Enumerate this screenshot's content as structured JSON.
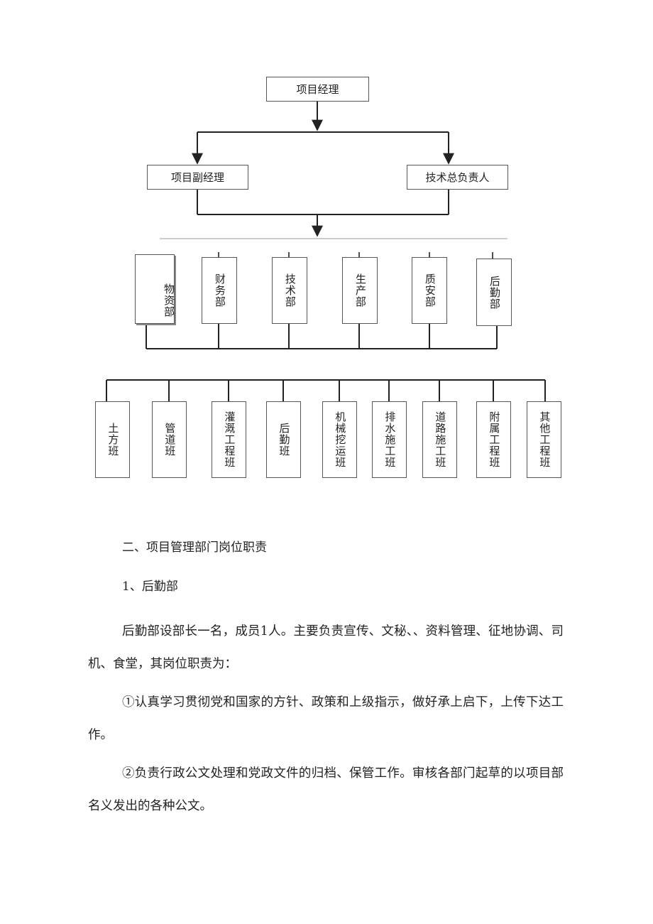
{
  "org_chart": {
    "root": "项目经理",
    "level2": [
      "项目副经理",
      "技术总负责人"
    ],
    "departments": [
      "物资部",
      "财务部",
      "技术部",
      "生产部",
      "质安部",
      "后勤部"
    ],
    "teams": [
      "土方班",
      "管道班",
      "灌溉工程班",
      "后勤班",
      "机械挖运班",
      "排水施工班",
      "道路施工班",
      "附属工程班",
      "其他工程班"
    ]
  },
  "document": {
    "section_heading": "二、项目管理部门岗位职责",
    "subsection_heading": "1、后勤部",
    "paragraphs": [
      "后勤部设部长一名，成员1人。主要负责宣传、文秘、、资料管理、征地协调、司机、食堂，其岗位职责为：",
      "①认真学习贯彻党和国家的方针、政策和上级指示，做好承上启下，上传下达工作。",
      "②负责行政公文处理和党政文件的归档、保管工作。审核各部门起草的以项目部名义发出的各种公文。"
    ]
  }
}
